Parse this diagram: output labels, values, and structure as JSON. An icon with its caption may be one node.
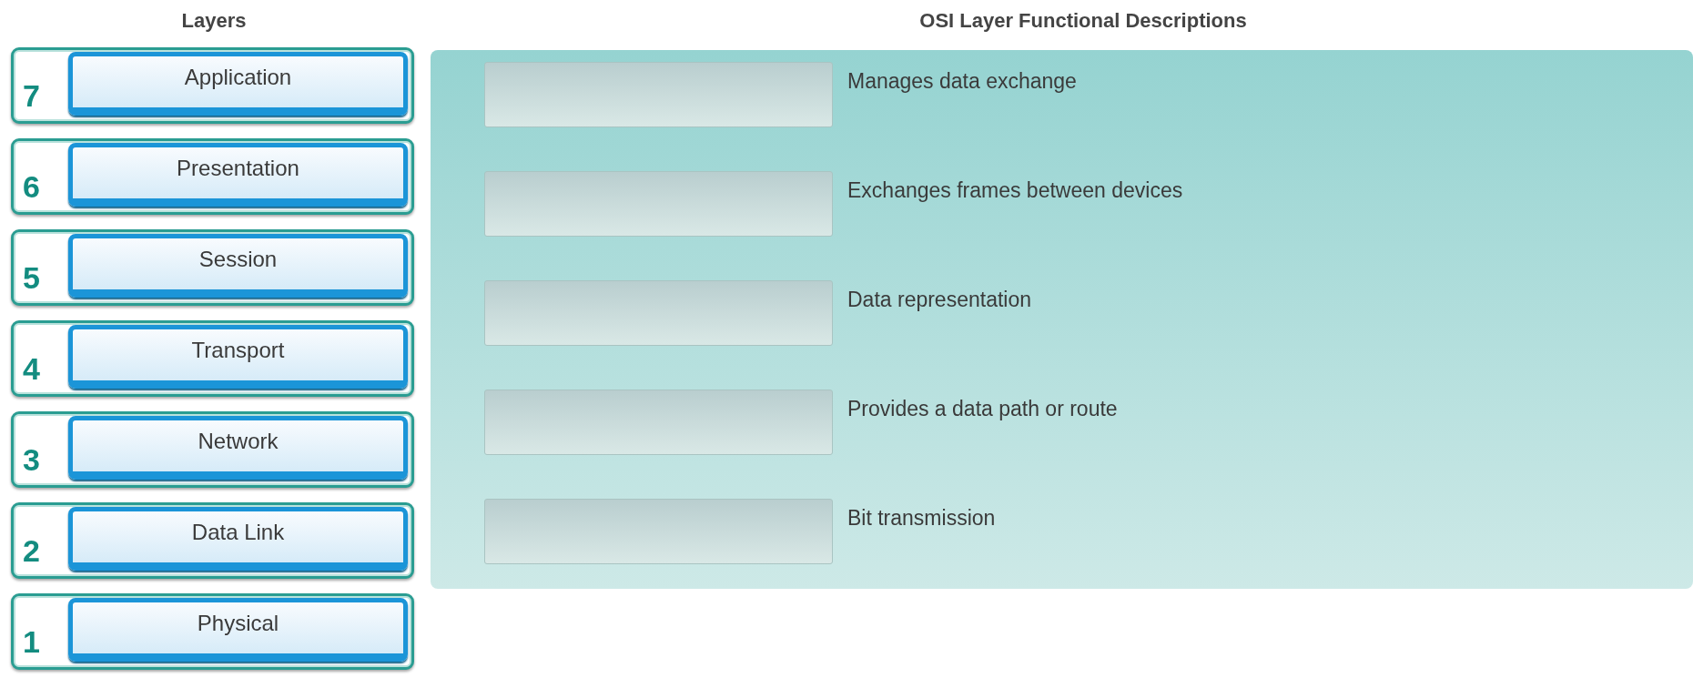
{
  "diagram": {
    "nodes": [
      {
        "text": [
          "7",
          "Application"
        ]
      },
      {
        "text": [
          "6",
          "Presentation"
        ]
      },
      {
        "text": [
          "5",
          "Session"
        ]
      },
      {
        "text": [
          "4",
          "Transport"
        ]
      },
      {
        "text": [
          "3",
          "Network"
        ]
      },
      {
        "text": [
          "2",
          "Data Link"
        ]
      },
      {
        "text": [
          "1",
          "Physical"
        ]
      },
      {
        "text": [],
        "shape": "box"
      },
      {
        "text": [],
        "shape": "box",
        "in": 7,
        "beside": [
          "Manages data exchange"
        ]
      },
      {
        "text": [],
        "shape": "box",
        "in": 7,
        "beside": [
          "Exchanges frames between devices"
        ]
      },
      {
        "text": [],
        "shape": "box",
        "in": 7,
        "beside": [
          "Data representation"
        ]
      },
      {
        "text": [],
        "shape": "box",
        "in": 7,
        "beside": [
          "Provides a data path or route"
        ]
      },
      {
        "text": [],
        "shape": "box",
        "in": 7,
        "beside": [
          "Bit transmission"
        ]
      }
    ],
    "labels": [
      "Layers",
      "OSI Layer Functional Descriptions"
    ]
  }
}
